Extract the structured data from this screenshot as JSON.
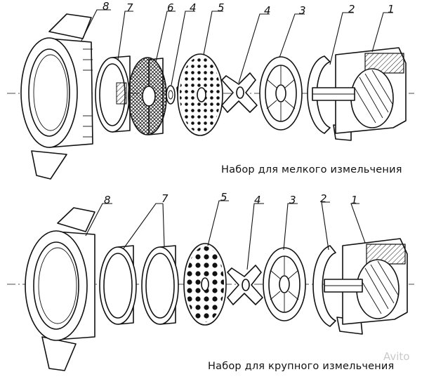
{
  "top_set": {
    "caption": "Набор для мелкого измельчения",
    "labels": [
      "8",
      "7",
      "6",
      "4",
      "5",
      "4",
      "3",
      "2",
      "1"
    ]
  },
  "bottom_set": {
    "caption": "Набор для крупного измельчения",
    "labels": [
      "8",
      "7",
      "5",
      "4",
      "3",
      "2",
      "1"
    ]
  },
  "watermark": "Avito"
}
